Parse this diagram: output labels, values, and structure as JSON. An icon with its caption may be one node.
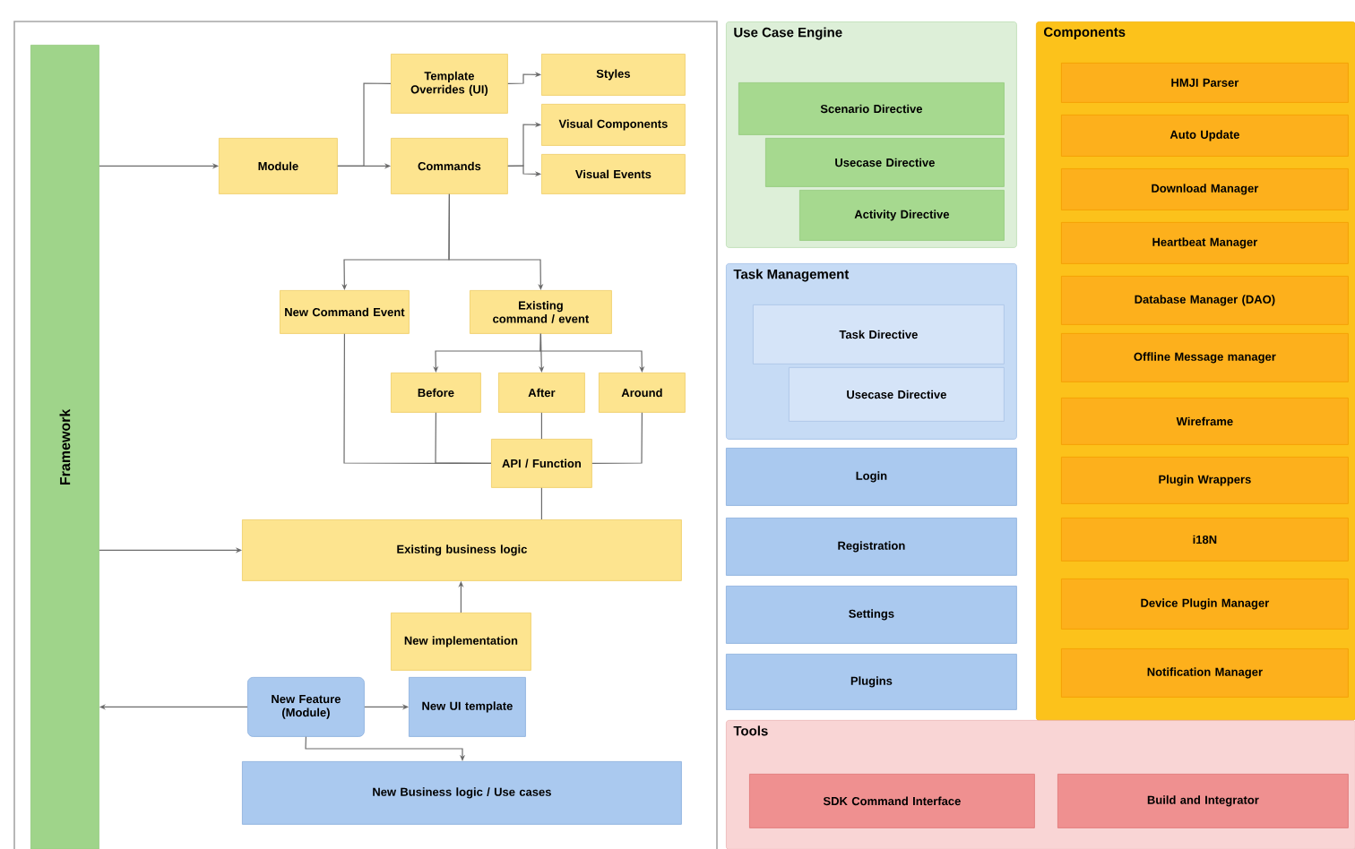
{
  "diagram": {
    "nodes": [
      {
        "text": [
          "Framework"
        ]
      },
      {
        "text": [
          "Module"
        ]
      },
      {
        "text": [
          "Template Overrides (UI)"
        ]
      },
      {
        "text": [
          "Styles"
        ]
      },
      {
        "text": [
          "Visual Components"
        ]
      },
      {
        "text": [
          "Visual Events"
        ]
      },
      {
        "text": [
          "Commands"
        ]
      },
      {
        "text": [
          "New Command Event"
        ]
      },
      {
        "text": [
          "Existing command / event"
        ]
      },
      {
        "text": [
          "Before"
        ]
      },
      {
        "text": [
          "After"
        ]
      },
      {
        "text": [
          "Around"
        ]
      },
      {
        "text": [
          "API / Function"
        ]
      },
      {
        "text": [
          "Existing business logic"
        ]
      },
      {
        "text": [
          "New implementation"
        ]
      },
      {
        "text": [
          "New Feature (Module)"
        ]
      },
      {
        "text": [
          "New UI template"
        ]
      },
      {
        "text": [
          "New Business logic / Use cases"
        ]
      },
      {
        "text": [
          "Use Case Engine"
        ]
      },
      {
        "text": [
          "Scenario Directive"
        ],
        "in": 18
      },
      {
        "text": [
          "Usecase Directive"
        ],
        "in": 18
      },
      {
        "text": [
          "Activity Directive"
        ],
        "in": 18
      },
      {
        "text": [
          "Task Management"
        ]
      },
      {
        "text": [
          "Task Directive"
        ],
        "in": 22
      },
      {
        "text": [
          "Usecase Directive"
        ],
        "in": 22
      },
      {
        "text": [
          "Login"
        ]
      },
      {
        "text": [
          "Registration"
        ]
      },
      {
        "text": [
          "Settings"
        ]
      },
      {
        "text": [
          "Plugins"
        ]
      },
      {
        "text": [
          "Components"
        ]
      },
      {
        "text": [
          "HMJI Parser"
        ],
        "in": 29
      },
      {
        "text": [
          "Auto Update"
        ],
        "in": 29
      },
      {
        "text": [
          "Download Manager"
        ],
        "in": 29
      },
      {
        "text": [
          "Heartbeat Manager"
        ],
        "in": 29
      },
      {
        "text": [
          "Database Manager (DAO)"
        ],
        "in": 29
      },
      {
        "text": [
          "Offline Message manager"
        ],
        "in": 29
      },
      {
        "text": [
          "Wireframe"
        ],
        "in": 29
      },
      {
        "text": [
          "Plugin Wrappers"
        ],
        "in": 29
      },
      {
        "text": [
          "i18N"
        ],
        "in": 29
      },
      {
        "text": [
          "Device Plugin Manager"
        ],
        "in": 29
      },
      {
        "text": [
          "Notification Manager"
        ],
        "in": 29
      },
      {
        "text": [
          "Tools"
        ]
      },
      {
        "text": [
          "SDK Command Interface"
        ],
        "in": 41
      },
      {
        "text": [
          "Build and Integrator"
        ],
        "in": 41
      }
    ],
    "edges": [
      {
        "from": 0,
        "to": 1,
        "arrow": "to"
      },
      {
        "from": 0,
        "to": 13,
        "arrow": "to"
      },
      {
        "from": 15,
        "to": 0,
        "arrow": "to"
      },
      {
        "from": 1,
        "to": 2,
        "arrow": "none"
      },
      {
        "from": 1,
        "to": 6,
        "arrow": "to"
      },
      {
        "from": 2,
        "to": 3,
        "arrow": "to"
      },
      {
        "from": 6,
        "to": 4,
        "arrow": "to"
      },
      {
        "from": 6,
        "to": 5,
        "arrow": "to"
      },
      {
        "from": 6,
        "to": 7,
        "arrow": "to"
      },
      {
        "from": 6,
        "to": 8,
        "arrow": "to"
      },
      {
        "from": 8,
        "to": 9,
        "arrow": "to"
      },
      {
        "from": 8,
        "to": 10,
        "arrow": "to"
      },
      {
        "from": 8,
        "to": 11,
        "arrow": "to"
      },
      {
        "from": 7,
        "to": 12,
        "arrow": "none"
      },
      {
        "from": 9,
        "to": 12,
        "arrow": "none"
      },
      {
        "from": 10,
        "to": 12,
        "arrow": "none"
      },
      {
        "from": 11,
        "to": 12,
        "arrow": "none"
      },
      {
        "from": 12,
        "to": 13,
        "arrow": "none"
      },
      {
        "from": 14,
        "to": 13,
        "arrow": "to"
      },
      {
        "from": 15,
        "to": 16,
        "arrow": "to"
      },
      {
        "from": 15,
        "to": 17,
        "arrow": "to"
      }
    ]
  }
}
